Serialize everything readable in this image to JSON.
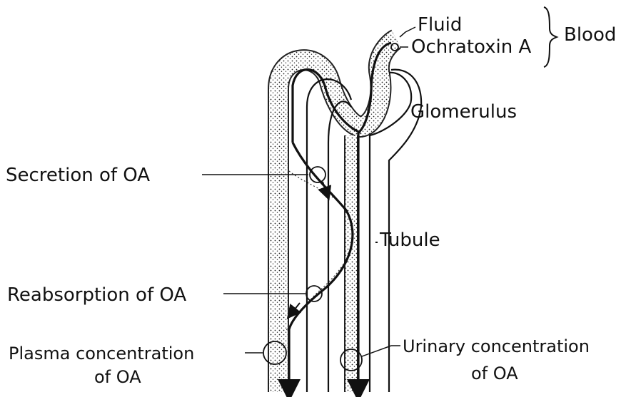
{
  "labels": {
    "fluid": "Fluid",
    "ochratoxin": "Ochratoxin A",
    "blood": "Blood",
    "glomerulus": "Glomerulus",
    "secretion": "Secretion of OA",
    "tubule": "Tubule",
    "reabsorption": "Reabsorption of OA",
    "plasma_line1": "Plasma concentration",
    "plasma_line2": "of OA",
    "urinary_line1": "Urinary concentration",
    "urinary_line2": "of OA"
  }
}
